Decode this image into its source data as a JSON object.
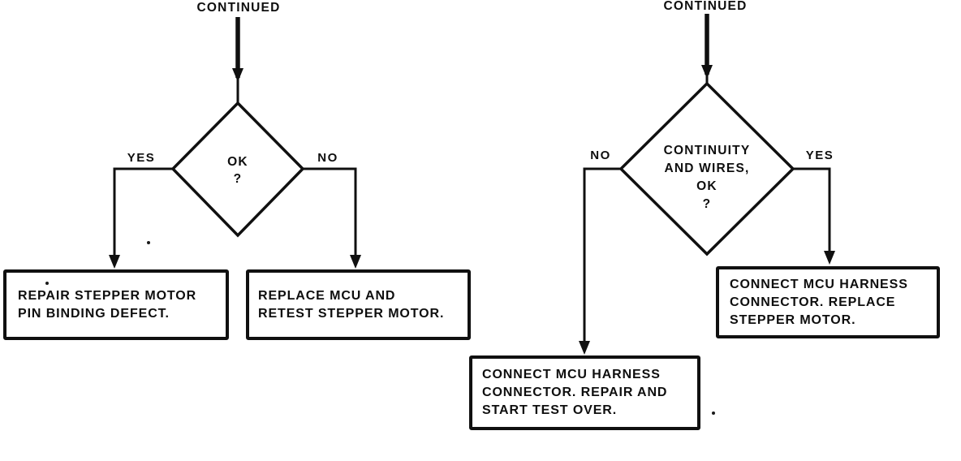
{
  "diagram": {
    "description": "Stepper motor troubleshooting flowchart, two continued branches",
    "ink_color": "#101010",
    "background_color": "#ffffff",
    "left": {
      "continued": "CONTINUED",
      "decision": "OK\n?",
      "yes": "YES",
      "no": "NO",
      "yes_box": "REPAIR STEPPER MOTOR\nPIN BINDING DEFECT.",
      "no_box": "REPLACE MCU AND\nRETEST STEPPER MOTOR."
    },
    "right": {
      "continued": "CONTINUED",
      "decision": "CONTINUITY\nAND WIRES,\nOK\n?",
      "no": "NO",
      "yes": "YES",
      "no_box": "CONNECT MCU HARNESS\nCONNECTOR. REPAIR AND\nSTART TEST OVER.",
      "yes_box": "CONNECT MCU HARNESS\nCONNECTOR. REPLACE\nSTEPPER MOTOR."
    }
  }
}
